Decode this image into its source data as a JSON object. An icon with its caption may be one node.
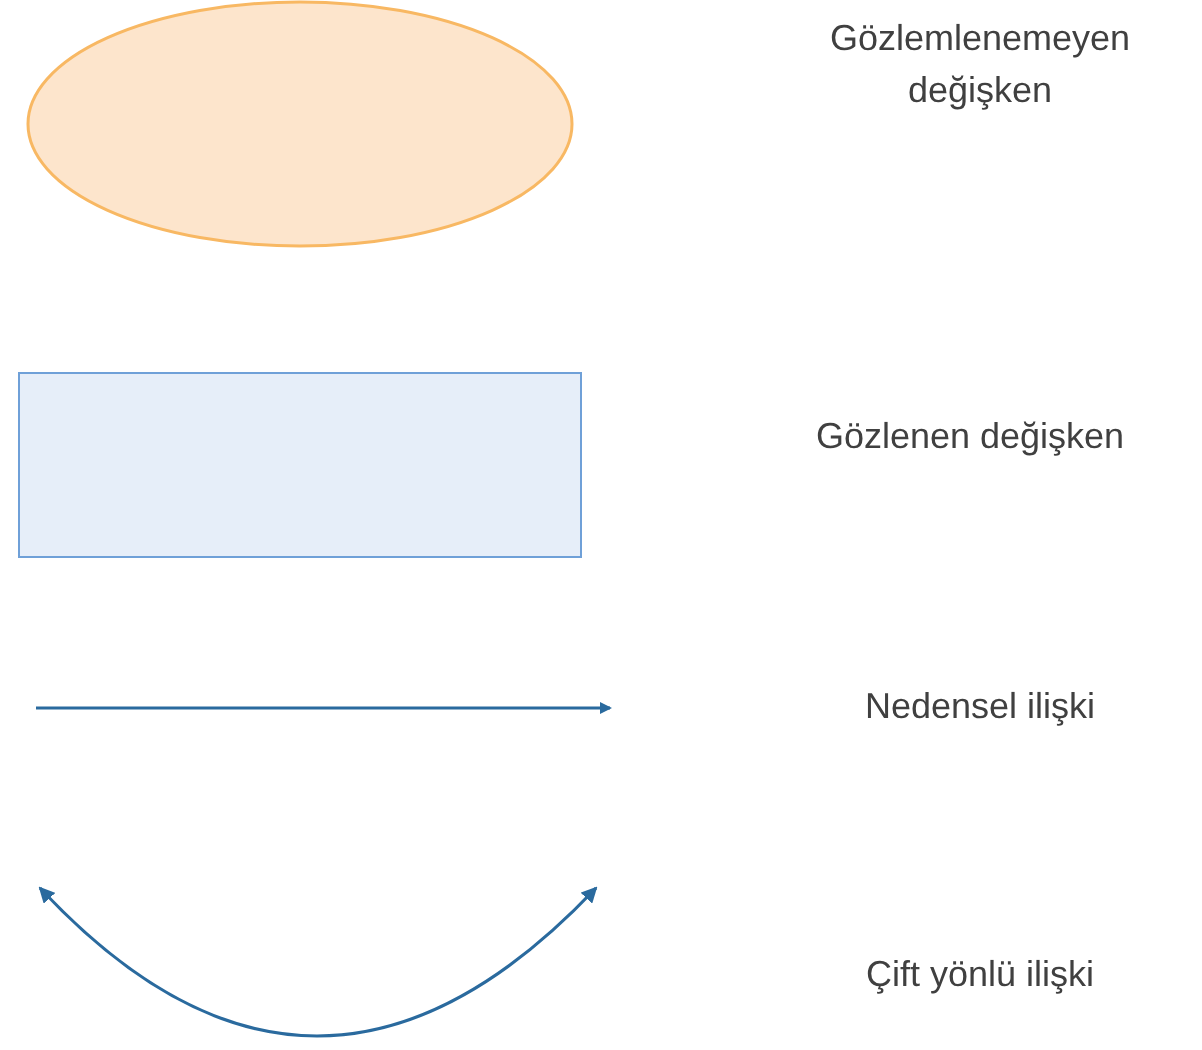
{
  "diagram": {
    "legend": [
      {
        "text": "Gözlemlenemeyen değişken"
      },
      {
        "text": "Gözlenen değişken"
      },
      {
        "text": "Nedensel ilişki"
      },
      {
        "text": "Çift yönlü ilişki"
      }
    ]
  }
}
